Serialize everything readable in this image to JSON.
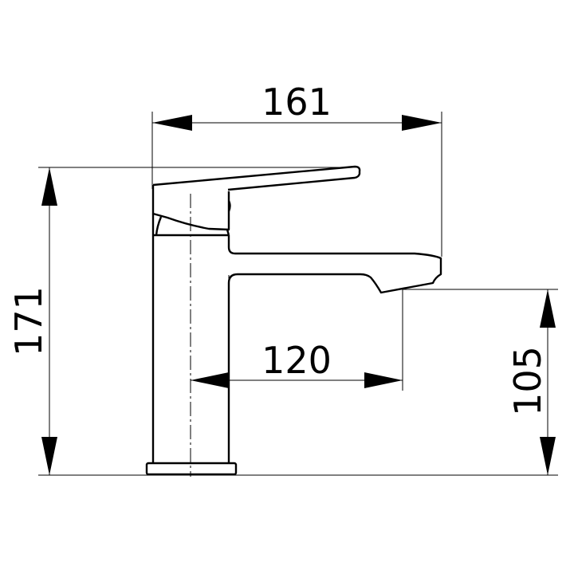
{
  "drawing": {
    "subject": "basin mixer faucet side view",
    "units": "mm",
    "line_color": "#000000",
    "background": "#ffffff"
  },
  "dimensions": {
    "overall_width": {
      "label": "161",
      "orientation": "horizontal"
    },
    "overall_height": {
      "label": "171",
      "orientation": "vertical"
    },
    "spout_reach": {
      "label": "120",
      "orientation": "horizontal"
    },
    "spout_height": {
      "label": "105",
      "orientation": "vertical"
    }
  }
}
